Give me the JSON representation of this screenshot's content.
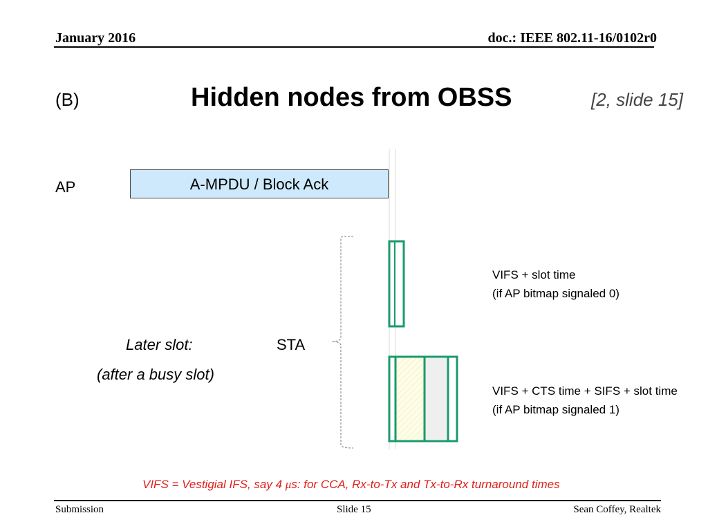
{
  "header": {
    "date": "January 2016",
    "doc": "doc.: IEEE 802.11-16/0102r0"
  },
  "slide": {
    "label": "(B)",
    "title": "Hidden nodes from OBSS",
    "reference": "[2, slide 15]"
  },
  "diagram": {
    "ap_label": "AP",
    "ap_frame": "A-MPDU / Block Ack",
    "later_slot": "Later slot:",
    "after_busy": "(after a busy slot)",
    "sta_label": "STA",
    "option1_line1": "VIFS + slot time",
    "option1_line2": "(if AP bitmap signaled 0)",
    "option2_line1": "VIFS + CTS time + SIFS + slot time",
    "option2_line2": "(if AP bitmap signaled 1)",
    "colors": {
      "frame_fill": "#cde9fb",
      "slot_border": "#1a9a6b",
      "footnote": "#e0201a"
    }
  },
  "footnote": {
    "prefix": "VIFS = Vestigial IFS, say 4 ",
    "mu": "μ",
    "suffix": "s: for CCA, Rx-to-Tx and Tx-to-Rx turnaround times"
  },
  "footer": {
    "left": "Submission",
    "center": "Slide 15",
    "right": "Sean Coffey, Realtek"
  }
}
